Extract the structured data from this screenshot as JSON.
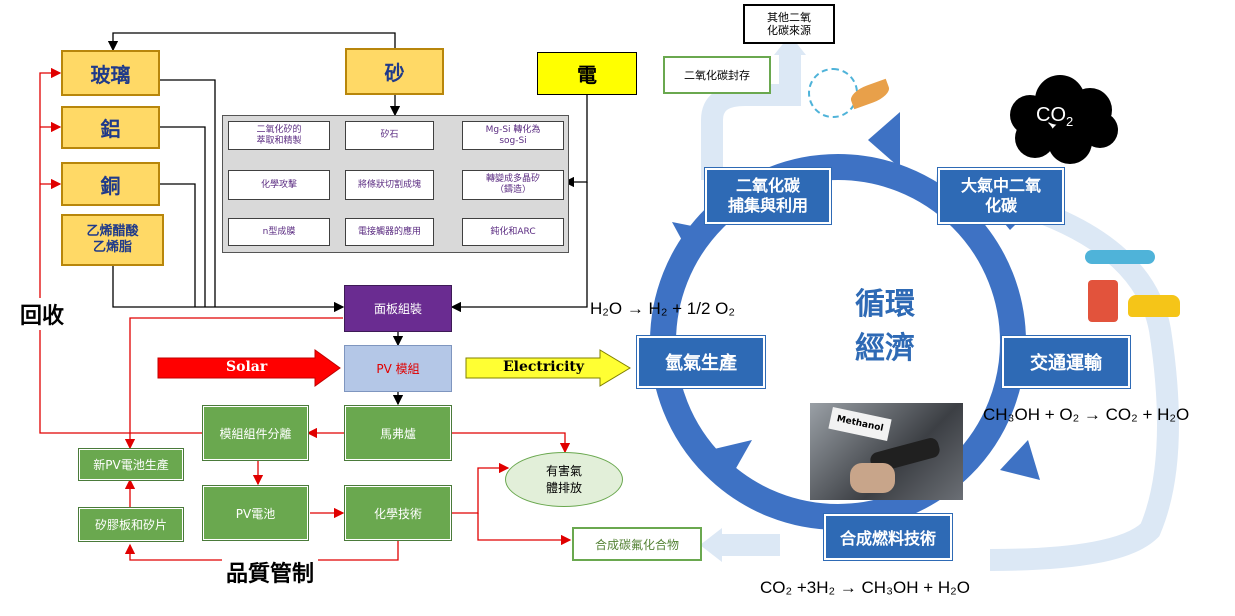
{
  "left": {
    "recycle_label": "回收",
    "quality_label": "品質管制",
    "materials": {
      "glass": "玻璃",
      "aluminum": "鋁",
      "copper": "銅",
      "eva": "乙烯醋酸\n乙烯脂",
      "sand": "砂",
      "electricity": "電"
    },
    "process_steps": [
      "二氧化矽的\n萃取和精製",
      "矽石",
      "Mg-Si 轉化為\nsog-Si",
      "化學攻擊",
      "將條狀切割成塊",
      "轉變成多晶矽\n（鑄造）",
      "n型成膜",
      "電接觸器的應用",
      "鈍化和ARC"
    ],
    "panel_assembly": "面板組裝",
    "pv_module": "PV 模組",
    "solar": "Solar",
    "electricity_arrow": "Electricity",
    "furnace": "馬弗爐",
    "separation": "模組組件分離",
    "pv_cell": "PV電池",
    "chemical": "化學技術",
    "new_pv": "新PV電池生產",
    "silicon_wafer": "矽膠板和矽片",
    "harmful_gas": "有害氣\n體排放",
    "fluoride": "合成碳氟化合物"
  },
  "right": {
    "other_co2": "其他二氧\n化碳來源",
    "co2_storage": "二氧化碳封存",
    "co2_cloud": "CO",
    "co2_cloud_sub": "2",
    "capture": "二氧化碳\n捕集與利用",
    "atmospheric": "大氣中二氧\n化碳",
    "hydrogen": "氫氣生產",
    "transport": "交通運輸",
    "synthesis": "合成燃料技術",
    "circular": "循環\n經濟",
    "methanol_label": "Methanol",
    "eq_h2": "H₂O → H₂ + 1/2 O₂",
    "eq_methanol": "CH₃OH + O₂ → CO₂ + H₂O",
    "eq_synth": "CO₂ +3H₂ → CH₃OH + H₂O"
  },
  "colors": {
    "yellow": "#ffd966",
    "green": "#6aa84f",
    "purple": "#6a2c91",
    "blue": "#2e6ab5",
    "red": "#e00000",
    "pv": "#b4c7e7"
  }
}
